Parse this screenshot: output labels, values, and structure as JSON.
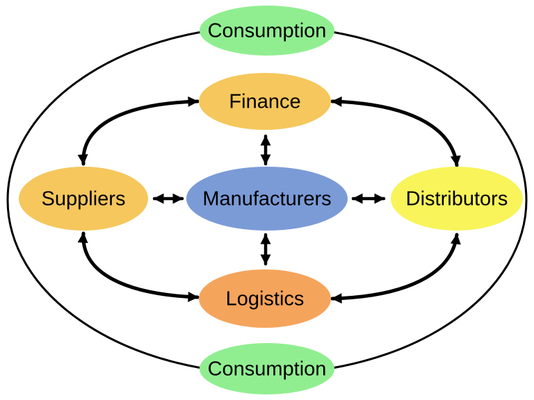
{
  "diagram": {
    "type": "cycle-diagram",
    "background": "#ffffff",
    "line_color": "#000000",
    "text_color": "#000000",
    "nodes": {
      "consumption_top": {
        "label": "Consumption",
        "color": "#90ee90"
      },
      "finance": {
        "label": "Finance",
        "color": "#f5c75d"
      },
      "suppliers": {
        "label": "Suppliers",
        "color": "#f5c75d"
      },
      "manufacturers": {
        "label": "Manufacturers",
        "color": "#7b9bd7"
      },
      "distributors": {
        "label": "Distributors",
        "color": "#f8f45a"
      },
      "logistics": {
        "label": "Logistics",
        "color": "#f5a45c"
      },
      "consumption_bottom": {
        "label": "Consumption",
        "color": "#90ee90"
      }
    },
    "edges": [
      {
        "from": "suppliers",
        "to": "finance",
        "bidirectional": true,
        "style": "curved"
      },
      {
        "from": "finance",
        "to": "distributors",
        "bidirectional": true,
        "style": "curved"
      },
      {
        "from": "suppliers",
        "to": "logistics",
        "bidirectional": true,
        "style": "curved"
      },
      {
        "from": "logistics",
        "to": "distributors",
        "bidirectional": true,
        "style": "curved"
      },
      {
        "from": "finance",
        "to": "manufacturers",
        "bidirectional": true,
        "style": "straight"
      },
      {
        "from": "manufacturers",
        "to": "logistics",
        "bidirectional": true,
        "style": "straight"
      },
      {
        "from": "suppliers",
        "to": "manufacturers",
        "bidirectional": true,
        "style": "straight"
      },
      {
        "from": "manufacturers",
        "to": "distributors",
        "bidirectional": true,
        "style": "straight"
      },
      {
        "type": "outer-ring",
        "through": [
          "consumption_top",
          "consumption_bottom"
        ],
        "bidirectional": false,
        "style": "ellipse"
      }
    ]
  }
}
